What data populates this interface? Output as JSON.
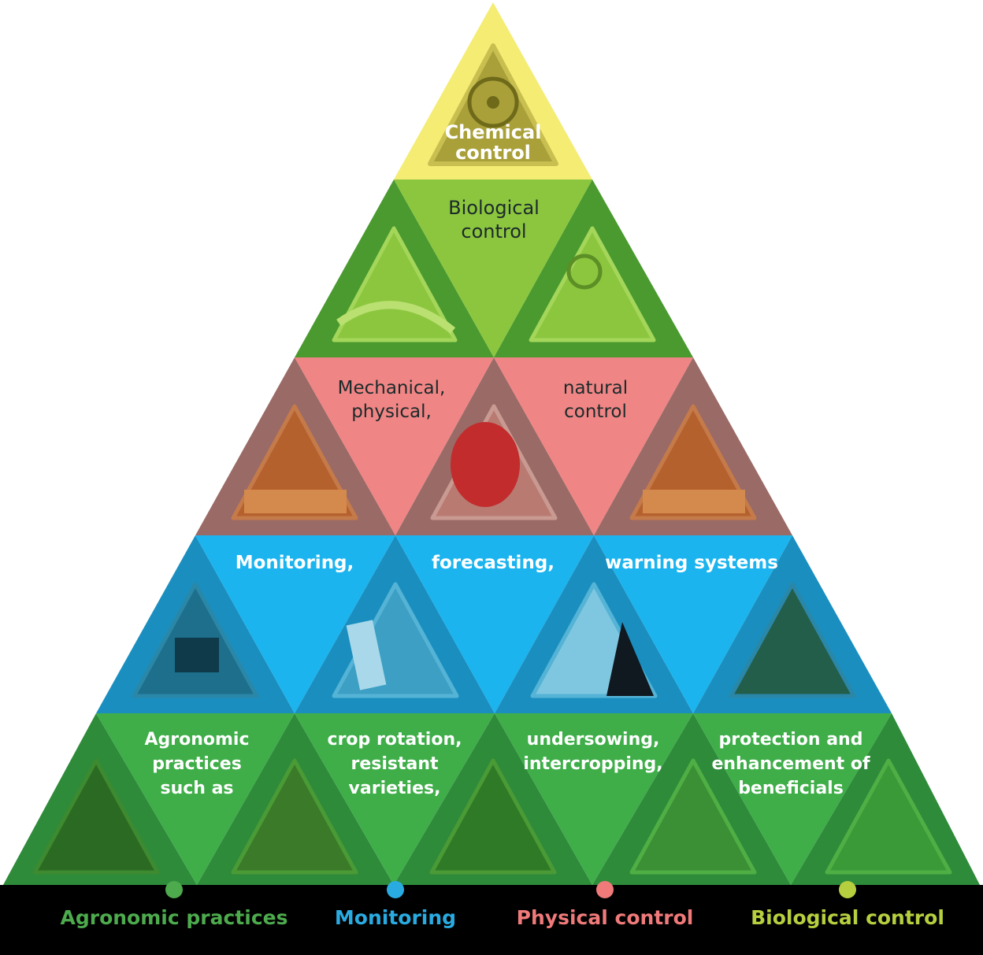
{
  "tiers": {
    "chemical": {
      "label_lines": [
        "Chemical",
        "control"
      ],
      "colors": {
        "light": "#f5ec74",
        "dark": "#8f8a1c",
        "photo": "#b6ad3c"
      },
      "photo": "nozzle-photo"
    },
    "biological": {
      "label_lines": [
        "Biological",
        "control"
      ],
      "colors": {
        "light": "#8cc63f",
        "dark": "#4a9a2f",
        "photo": "#8cc63f"
      },
      "photos": [
        "insect-on-leaf-photo",
        "spore-on-leaf-photo"
      ]
    },
    "physical": {
      "texts": [
        {
          "lines": [
            "Mechanical,",
            "physical,"
          ]
        },
        {
          "lines": [
            "natural",
            "control"
          ]
        }
      ],
      "colors": {
        "light": "#f08585",
        "dark": "#9a6a66",
        "photo": "#b9552e"
      },
      "photos": [
        "hedgerow-photo",
        "apple-photo",
        "hedgerow-photo-2"
      ]
    },
    "monitoring": {
      "texts": [
        {
          "lines": [
            "Monitoring,"
          ]
        },
        {
          "lines": [
            "forecasting,"
          ]
        },
        {
          "lines": [
            "warning systems"
          ]
        }
      ],
      "colors": {
        "light": "#1bb4ef",
        "dark": "#1a8fbf",
        "photo": "#1d6f8c"
      },
      "photos": [
        "computer-screen-photo",
        "insect-trap-photo",
        "smartphone-photo",
        "field-sensor-photo"
      ]
    },
    "agronomic": {
      "texts": [
        {
          "lines": [
            "Agronomic",
            "practices",
            "such as"
          ]
        },
        {
          "lines": [
            "crop rotation,",
            "resistant",
            "varieties,"
          ]
        },
        {
          "lines": [
            "undersowing,",
            "intercropping,"
          ]
        },
        {
          "lines": [
            "protection and",
            "enhancement of",
            "beneficials"
          ]
        }
      ],
      "colors": {
        "light": "#3fae49",
        "dark": "#2e8b3a",
        "photo": "#2b6a22"
      },
      "photos": [
        "forest-photo",
        "field-photo",
        "crop-photo",
        "meadow-photo",
        "grassland-photo"
      ]
    }
  },
  "legend": {
    "background": "#000000",
    "items": [
      {
        "label": "Agronomic practices",
        "color": "#4daa4d"
      },
      {
        "label": "Monitoring",
        "color": "#29abe2"
      },
      {
        "label": "Physical control",
        "color": "#f07a7a"
      },
      {
        "label": "Biological control",
        "color": "#b5cf3f"
      }
    ]
  }
}
